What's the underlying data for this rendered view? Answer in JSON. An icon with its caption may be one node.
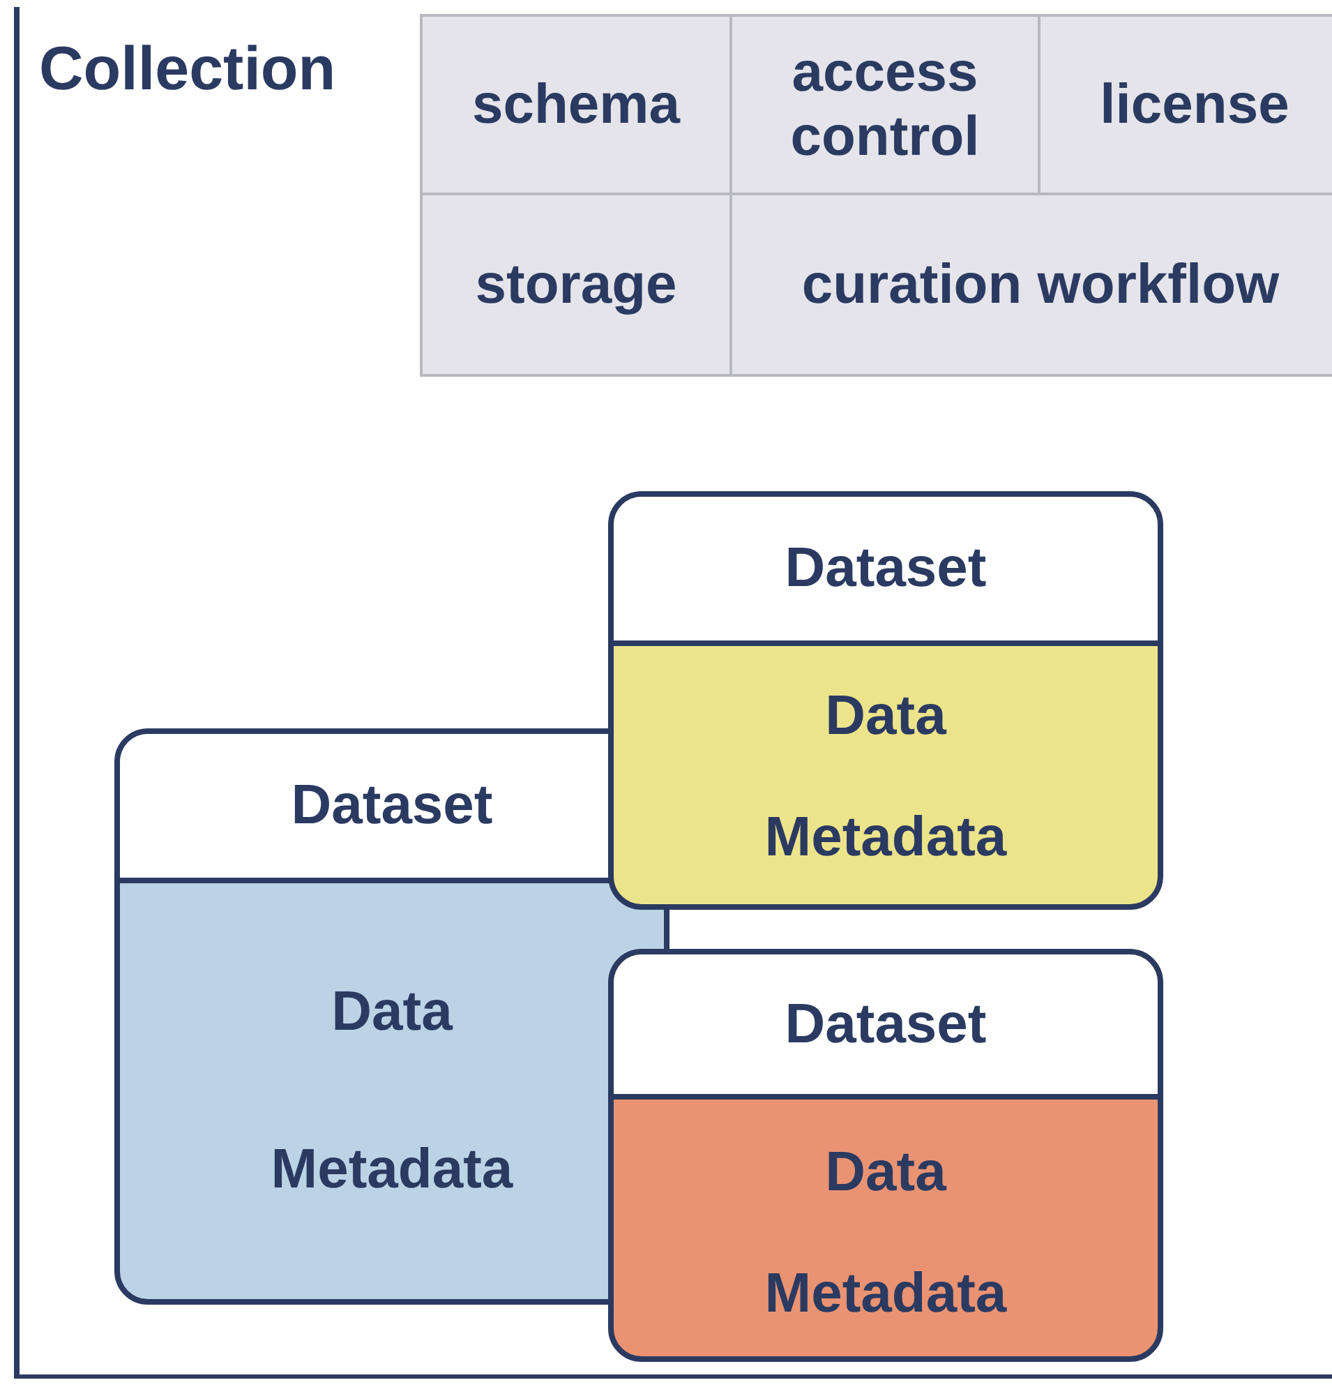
{
  "diagram": {
    "nodes": [
      {
        "text": [
          "Collection"
        ]
      },
      {
        "text": [
          "Dataset",
          "Data",
          "Metadata"
        ],
        "in": 0
      },
      {
        "text": [
          "Dataset",
          "Data",
          "Metadata"
        ],
        "in": 0
      },
      {
        "text": [
          "Dataset",
          "Data",
          "Metadata"
        ],
        "in": 0
      }
    ],
    "labels": [
      "schema",
      "access control",
      "license",
      "storage",
      "curation workflow"
    ]
  }
}
